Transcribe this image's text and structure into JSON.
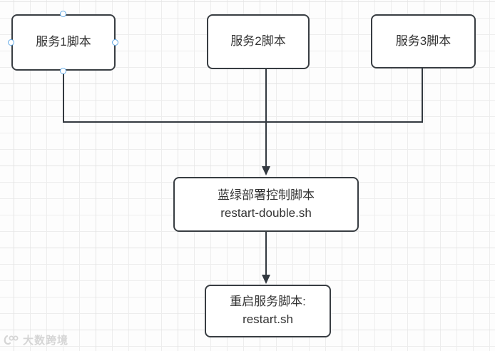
{
  "diagram": {
    "nodes": [
      {
        "id": "service1-script",
        "lines": [
          "服务1脚本"
        ],
        "selected": true
      },
      {
        "id": "service2-script",
        "lines": [
          "服务2脚本"
        ],
        "selected": false
      },
      {
        "id": "service3-script",
        "lines": [
          "服务3脚本"
        ],
        "selected": false
      },
      {
        "id": "bluegreen-controller",
        "lines": [
          "蓝绿部署控制脚本",
          "restart-double.sh"
        ],
        "selected": false
      },
      {
        "id": "restart-script",
        "lines": [
          "重启服务脚本:",
          "restart.sh"
        ],
        "selected": false
      }
    ],
    "edges": [
      {
        "from": "service1-script",
        "to": "bluegreen-controller"
      },
      {
        "from": "service2-script",
        "to": "bluegreen-controller"
      },
      {
        "from": "service3-script",
        "to": "bluegreen-controller"
      },
      {
        "from": "bluegreen-controller",
        "to": "restart-script"
      }
    ]
  },
  "watermark": {
    "text": "大数跨境"
  },
  "colors": {
    "node_border": "#383d42",
    "node_fill": "#ffffff",
    "node_text": "#333333",
    "connector": "#333940",
    "selection_handle": "#67ace7",
    "grid_minor": "#ededed",
    "grid_major": "#e4e4e4",
    "watermark": "#d5d5d5"
  }
}
